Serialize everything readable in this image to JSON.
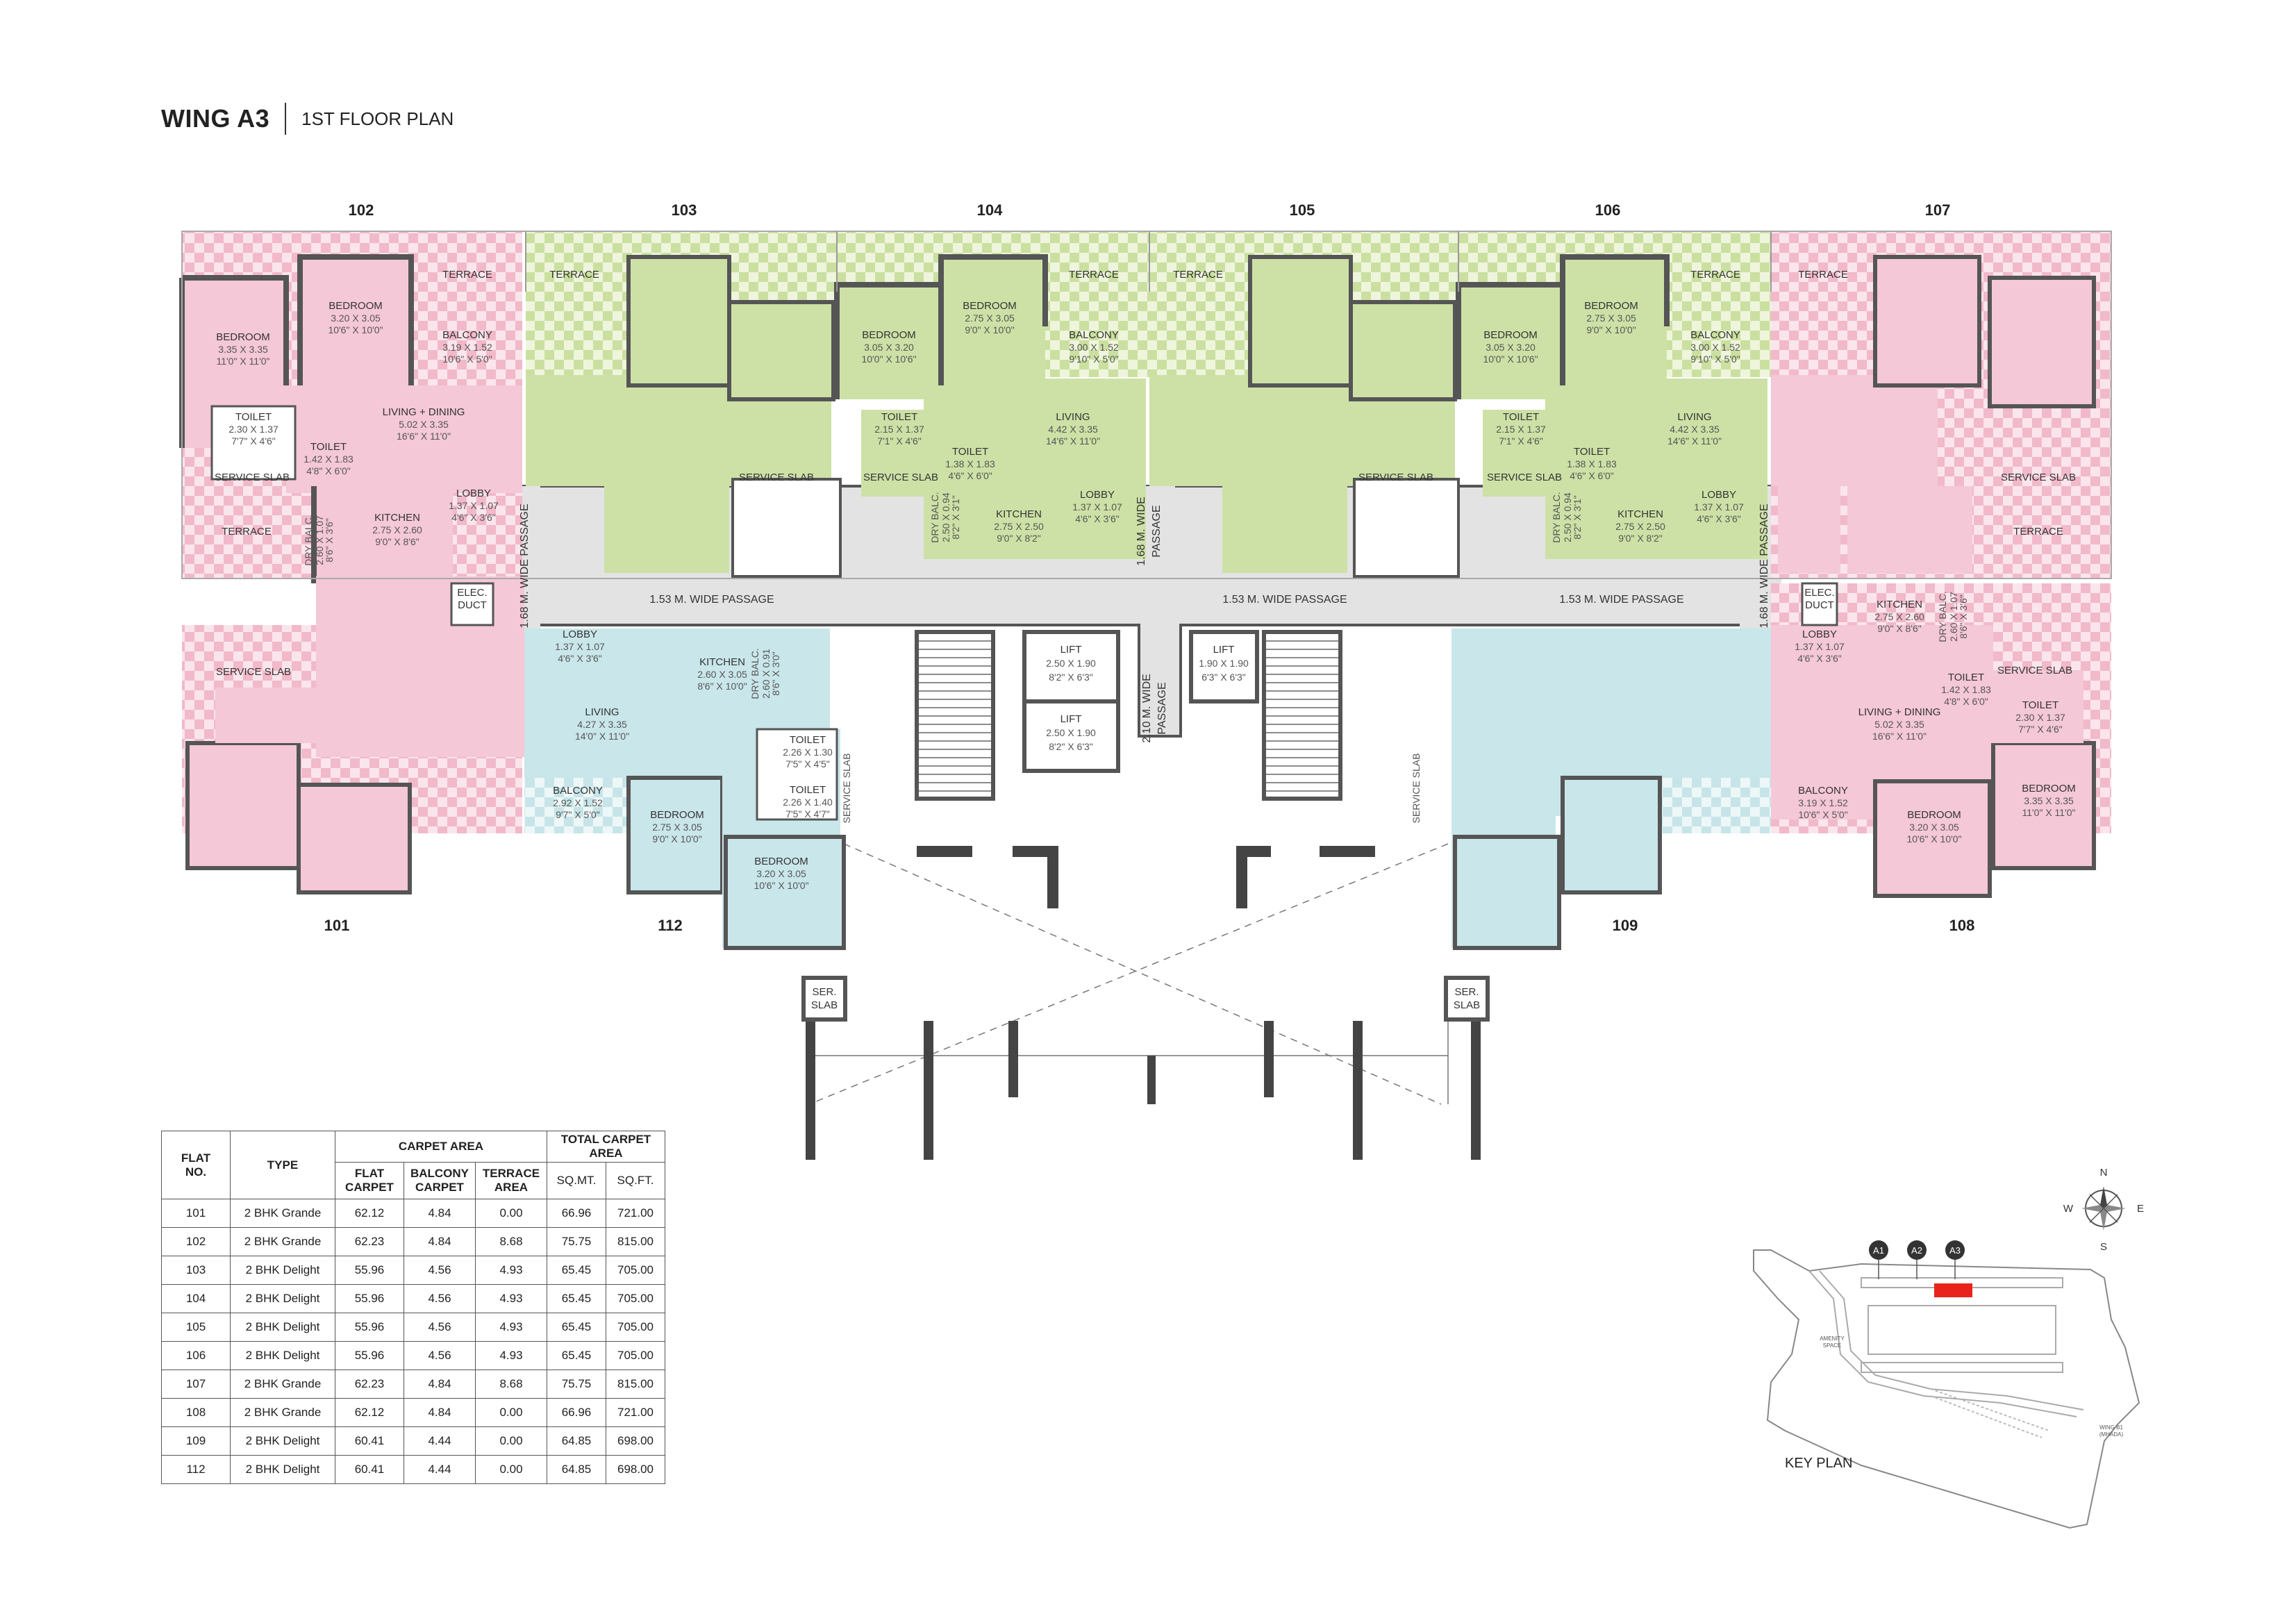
{
  "header": {
    "wing": "WING A3",
    "floor": "1ST FLOOR PLAN"
  },
  "colors": {
    "grande": "#f4c8d6",
    "delight_green": "#cde1a6",
    "delight_blue": "#c9e6ea",
    "wall": "#555555",
    "passage": "#e3e3e3"
  },
  "flats_top": [
    "102",
    "103",
    "104",
    "105",
    "106",
    "107"
  ],
  "flats_bottom": [
    "101",
    "112",
    "109",
    "108"
  ],
  "rooms": {
    "flat102": [
      {
        "name": "BEDROOM",
        "dims": [
          "3.35 X 3.35",
          "11'0\" X 11'0\""
        ]
      },
      {
        "name": "BEDROOM",
        "dims": [
          "3.20 X 3.05",
          "10'6\" X 10'0\""
        ]
      },
      {
        "name": "TERRACE",
        "dims": []
      },
      {
        "name": "BALCONY",
        "dims": [
          "3.19 X 1.52",
          "10'6\" X 5'0\""
        ]
      },
      {
        "name": "LIVING + DINING",
        "dims": [
          "5.02 X 3.35",
          "16'6\" X 11'0\""
        ]
      },
      {
        "name": "TOILET",
        "dims": [
          "2.30 X 1.37",
          "7'7\" X 4'6\""
        ]
      },
      {
        "name": "TOILET",
        "dims": [
          "1.42 X 1.83",
          "4'8\" X 6'0\""
        ]
      },
      {
        "name": "SERVICE SLAB",
        "dims": []
      },
      {
        "name": "LOBBY",
        "dims": [
          "1.37 X 1.07",
          "4'6\" X 3'6\""
        ]
      },
      {
        "name": "TERRACE",
        "dims": []
      },
      {
        "name": "DRY BALC.",
        "dims": [
          "2.60 X 1.07",
          "8'6\" X 3'6\""
        ]
      },
      {
        "name": "KITCHEN",
        "dims": [
          "2.75 X 2.60",
          "9'0\" X 8'6\""
        ]
      }
    ],
    "flat104": [
      {
        "name": "BEDROOM",
        "dims": [
          "3.05 X 3.20",
          "10'0\" X 10'6\""
        ]
      },
      {
        "name": "BEDROOM",
        "dims": [
          "2.75 X 3.05",
          "9'0\" X 10'0\""
        ]
      },
      {
        "name": "TERRACE",
        "dims": []
      },
      {
        "name": "BALCONY",
        "dims": [
          "3.00 X 1.52",
          "9'10\" X 5'0\""
        ]
      },
      {
        "name": "LIVING",
        "dims": [
          "4.42 X 3.35",
          "14'6\" X 11'0\""
        ]
      },
      {
        "name": "TOILET",
        "dims": [
          "2.15 X 1.37",
          "7'1\" X 4'6\""
        ]
      },
      {
        "name": "TOILET",
        "dims": [
          "1.38 X 1.83",
          "4'6\" X 6'0\""
        ]
      },
      {
        "name": "SERVICE SLAB",
        "dims": []
      },
      {
        "name": "DRY BALC.",
        "dims": [
          "2.50 X 0.94",
          "8'2\" X 3'1\""
        ]
      },
      {
        "name": "KITCHEN",
        "dims": [
          "2.75 X 2.50",
          "9'0\" X 8'2\""
        ]
      },
      {
        "name": "LOBBY",
        "dims": [
          "1.37 X 1.07",
          "4'6\" X 3'6\""
        ]
      }
    ],
    "flat106": [
      {
        "name": "BEDROOM",
        "dims": [
          "3.05 X 3.20",
          "10'0\" X 10'6\""
        ]
      },
      {
        "name": "BEDROOM",
        "dims": [
          "2.75 X 3.05",
          "9'0\" X 10'0\""
        ]
      },
      {
        "name": "TERRACE",
        "dims": []
      },
      {
        "name": "BALCONY",
        "dims": [
          "3.00 X 1.52",
          "9'10\" X 5'0\""
        ]
      },
      {
        "name": "LIVING",
        "dims": [
          "4.42 X 3.35",
          "14'6\" X 11'0\""
        ]
      },
      {
        "name": "TOILET",
        "dims": [
          "2.15 X 1.37",
          "7'1\" X 4'6\""
        ]
      },
      {
        "name": "TOILET",
        "dims": [
          "1.38 X 1.83",
          "4'6\" X 6'0\""
        ]
      },
      {
        "name": "SERVICE SLAB",
        "dims": []
      },
      {
        "name": "DRY BALC.",
        "dims": [
          "2.50 X 0.94",
          "8'2\" X 3'1\""
        ]
      },
      {
        "name": "KITCHEN",
        "dims": [
          "2.75 X 2.50",
          "9'0\" X 8'2\""
        ]
      },
      {
        "name": "LOBBY",
        "dims": [
          "1.37 X 1.07",
          "4'6\" X 3'6\""
        ]
      }
    ],
    "flat103": [
      {
        "name": "TERRACE",
        "dims": []
      },
      {
        "name": "SERVICE SLAB",
        "dims": []
      }
    ],
    "flat105": [
      {
        "name": "TERRACE",
        "dims": []
      },
      {
        "name": "SERVICE SLAB",
        "dims": []
      }
    ],
    "flat107": [
      {
        "name": "TERRACE",
        "dims": []
      },
      {
        "name": "SERVICE SLAB",
        "dims": []
      },
      {
        "name": "TERRACE",
        "dims": []
      }
    ],
    "flat101": [
      {
        "name": "SERVICE SLAB",
        "dims": []
      }
    ],
    "flat112": [
      {
        "name": "LOBBY",
        "dims": [
          "1.37 X 1.07",
          "4'6\" X 3'6\""
        ]
      },
      {
        "name": "KITCHEN",
        "dims": [
          "2.60 X 3.05",
          "8'6\" X 10'0\""
        ]
      },
      {
        "name": "DRY BALC.",
        "dims": [
          "2.60 X 0.91",
          "8'6\" X 3'0\""
        ]
      },
      {
        "name": "LIVING",
        "dims": [
          "4.27 X 3.35",
          "14'0\" X 11'0\""
        ]
      },
      {
        "name": "TOILET",
        "dims": [
          "2.26 X 1.30",
          "7'5\" X 4'5\""
        ]
      },
      {
        "name": "TOILET",
        "dims": [
          "2.26 X 1.40",
          "7'5\" X 4'7\""
        ]
      },
      {
        "name": "SERVICE SLAB",
        "dims": []
      },
      {
        "name": "BALCONY",
        "dims": [
          "2.92 X 1.52",
          "9'7\" X 5'0\""
        ]
      },
      {
        "name": "BEDROOM",
        "dims": [
          "2.75 X 3.05",
          "9'0\" X 10'0\""
        ]
      },
      {
        "name": "BEDROOM",
        "dims": [
          "3.20 X 3.05",
          "10'6\" X 10'0\""
        ]
      }
    ],
    "flat109": [
      {
        "name": "SERVICE SLAB",
        "dims": []
      }
    ],
    "flat108": [
      {
        "name": "KITCHEN",
        "dims": [
          "2.75 X 2.60",
          "9'0\" X 8'6\""
        ]
      },
      {
        "name": "DRY BALC.",
        "dims": [
          "2.60 X 1.07",
          "8'6\" X 3'6\""
        ]
      },
      {
        "name": "LOBBY",
        "dims": [
          "1.37 X 1.07",
          "4'6\" X 3'6\""
        ]
      },
      {
        "name": "SERVICE SLAB",
        "dims": []
      },
      {
        "name": "TOILET",
        "dims": [
          "1.42 X 1.83",
          "4'8\" X 6'0\""
        ]
      },
      {
        "name": "TOILET",
        "dims": [
          "2.30 X 1.37",
          "7'7\" X 4'6\""
        ]
      },
      {
        "name": "LIVING + DINING",
        "dims": [
          "5.02 X 3.35",
          "16'6\" X 11'0\""
        ]
      },
      {
        "name": "BALCONY",
        "dims": [
          "3.19 X 1.52",
          "10'6\" X 5'0\""
        ]
      },
      {
        "name": "BEDROOM",
        "dims": [
          "3.20 X 3.05",
          "10'6\" X 10'0\""
        ]
      },
      {
        "name": "BEDROOM",
        "dims": [
          "3.35 X 3.35",
          "11'0\" X 11'0\""
        ]
      }
    ]
  },
  "core": {
    "elec_duct": [
      "ELEC.",
      "DUCT"
    ],
    "passage_h": "1.53 M. WIDE PASSAGE",
    "passage_v": "1.68 M. WIDE PASSAGE",
    "passage_mid_top": [
      "1.68 M. WIDE",
      "PASSAGE"
    ],
    "passage_mid_bottom": [
      "2.10 M. WIDE",
      "PASSAGE"
    ],
    "lifts": [
      {
        "name": "LIFT",
        "dims": [
          "2.50 X 1.90",
          "8'2\" X 6'3\""
        ]
      },
      {
        "name": "LIFT",
        "dims": [
          "2.50 X 1.90",
          "8'2\" X 6'3\""
        ]
      },
      {
        "name": "LIFT",
        "dims": [
          "1.90 X 1.90",
          "6'3\" X 6'3\""
        ]
      }
    ],
    "ser_slab": [
      "SER.",
      "SLAB"
    ]
  },
  "table": {
    "headers": {
      "flat_no": [
        "FLAT",
        "NO."
      ],
      "type": "TYPE",
      "carpet_area": "CARPET AREA",
      "total_carpet": [
        "TOTAL CARPET",
        "AREA"
      ],
      "flat_carpet": [
        "FLAT",
        "CARPET"
      ],
      "balcony_carpet": [
        "BALCONY",
        "CARPET"
      ],
      "terrace_area": [
        "TERRACE",
        "AREA"
      ],
      "sqmt": "SQ.MT.",
      "sqft": "SQ.FT."
    },
    "rows": [
      [
        "101",
        "2 BHK Grande",
        "62.12",
        "4.84",
        "0.00",
        "66.96",
        "721.00"
      ],
      [
        "102",
        "2 BHK Grande",
        "62.23",
        "4.84",
        "8.68",
        "75.75",
        "815.00"
      ],
      [
        "103",
        "2 BHK Delight",
        "55.96",
        "4.56",
        "4.93",
        "65.45",
        "705.00"
      ],
      [
        "104",
        "2 BHK Delight",
        "55.96",
        "4.56",
        "4.93",
        "65.45",
        "705.00"
      ],
      [
        "105",
        "2 BHK Delight",
        "55.96",
        "4.56",
        "4.93",
        "65.45",
        "705.00"
      ],
      [
        "106",
        "2 BHK Delight",
        "55.96",
        "4.56",
        "4.93",
        "65.45",
        "705.00"
      ],
      [
        "107",
        "2 BHK Grande",
        "62.23",
        "4.84",
        "8.68",
        "75.75",
        "815.00"
      ],
      [
        "108",
        "2 BHK Grande",
        "62.12",
        "4.84",
        "0.00",
        "66.96",
        "721.00"
      ],
      [
        "109",
        "2 BHK Delight",
        "60.41",
        "4.44",
        "0.00",
        "64.85",
        "698.00"
      ],
      [
        "112",
        "2 BHK Delight",
        "60.41",
        "4.44",
        "0.00",
        "64.85",
        "698.00"
      ]
    ]
  },
  "key_plan": {
    "label": "KEY PLAN",
    "wings": [
      "A1",
      "A2",
      "A3"
    ],
    "amenity": [
      "AMENITY",
      "SPACE"
    ],
    "wing_b1": [
      "WING B1",
      "(MHADA)"
    ],
    "compass": {
      "n": "N",
      "s": "S",
      "e": "E",
      "w": "W"
    }
  }
}
